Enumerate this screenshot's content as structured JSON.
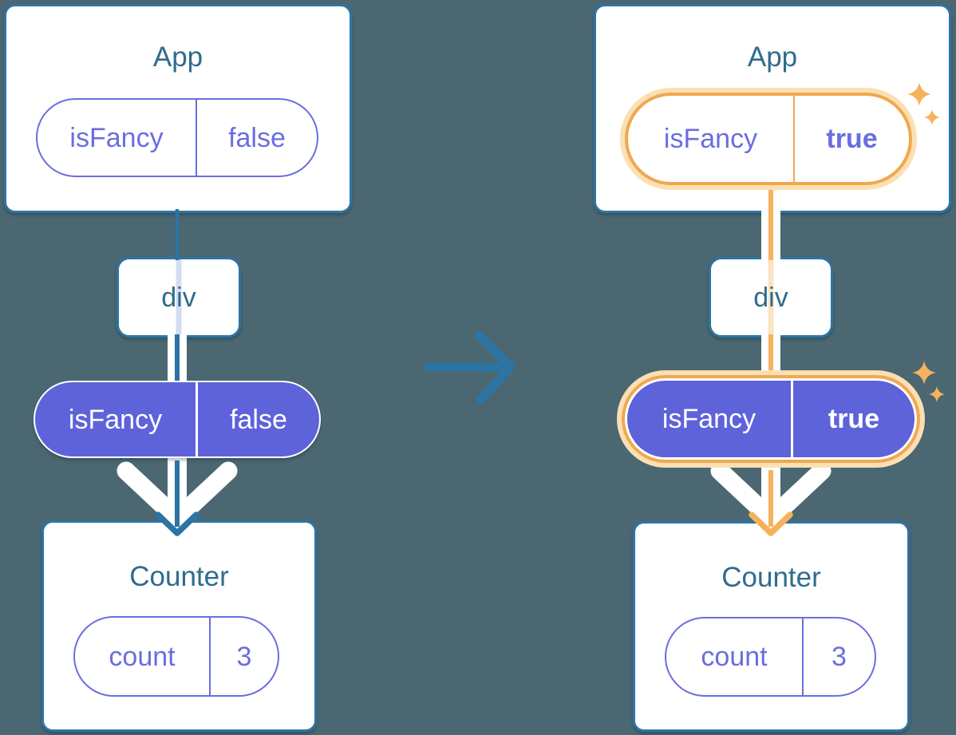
{
  "colors": {
    "background": "#4B6771",
    "card_border": "#2C75A6",
    "heading": "#2F6C8F",
    "steel_line": "#2B74A3",
    "indigo": "#6A6EE0",
    "purple_fill": "#5E63DA",
    "orange": "#F0A850",
    "orange_bright": "#F5B25C",
    "peach_glow": "#FBE0B4",
    "peach_trace": "#FAE4C2",
    "lavender_trace": "#D4DEF2",
    "white": "#FFFFFF"
  },
  "before": {
    "app": {
      "title": "App",
      "prop": {
        "name": "isFancy",
        "value": "false"
      }
    },
    "container": {
      "label": "div"
    },
    "passed_prop": {
      "name": "isFancy",
      "value": "false"
    },
    "counter": {
      "title": "Counter",
      "state": {
        "name": "count",
        "value": "3"
      }
    }
  },
  "after": {
    "app": {
      "title": "App",
      "prop": {
        "name": "isFancy",
        "value": "true"
      }
    },
    "container": {
      "label": "div"
    },
    "passed_prop": {
      "name": "isFancy",
      "value": "true"
    },
    "counter": {
      "title": "Counter",
      "state": {
        "name": "count",
        "value": "3"
      }
    }
  },
  "icons": {
    "transition_arrow": "arrow-right-icon",
    "flow_chevron": "chevron-down-icon",
    "prop_arrow": "arrow-down-icon",
    "highlight": "sparkle-icon"
  }
}
